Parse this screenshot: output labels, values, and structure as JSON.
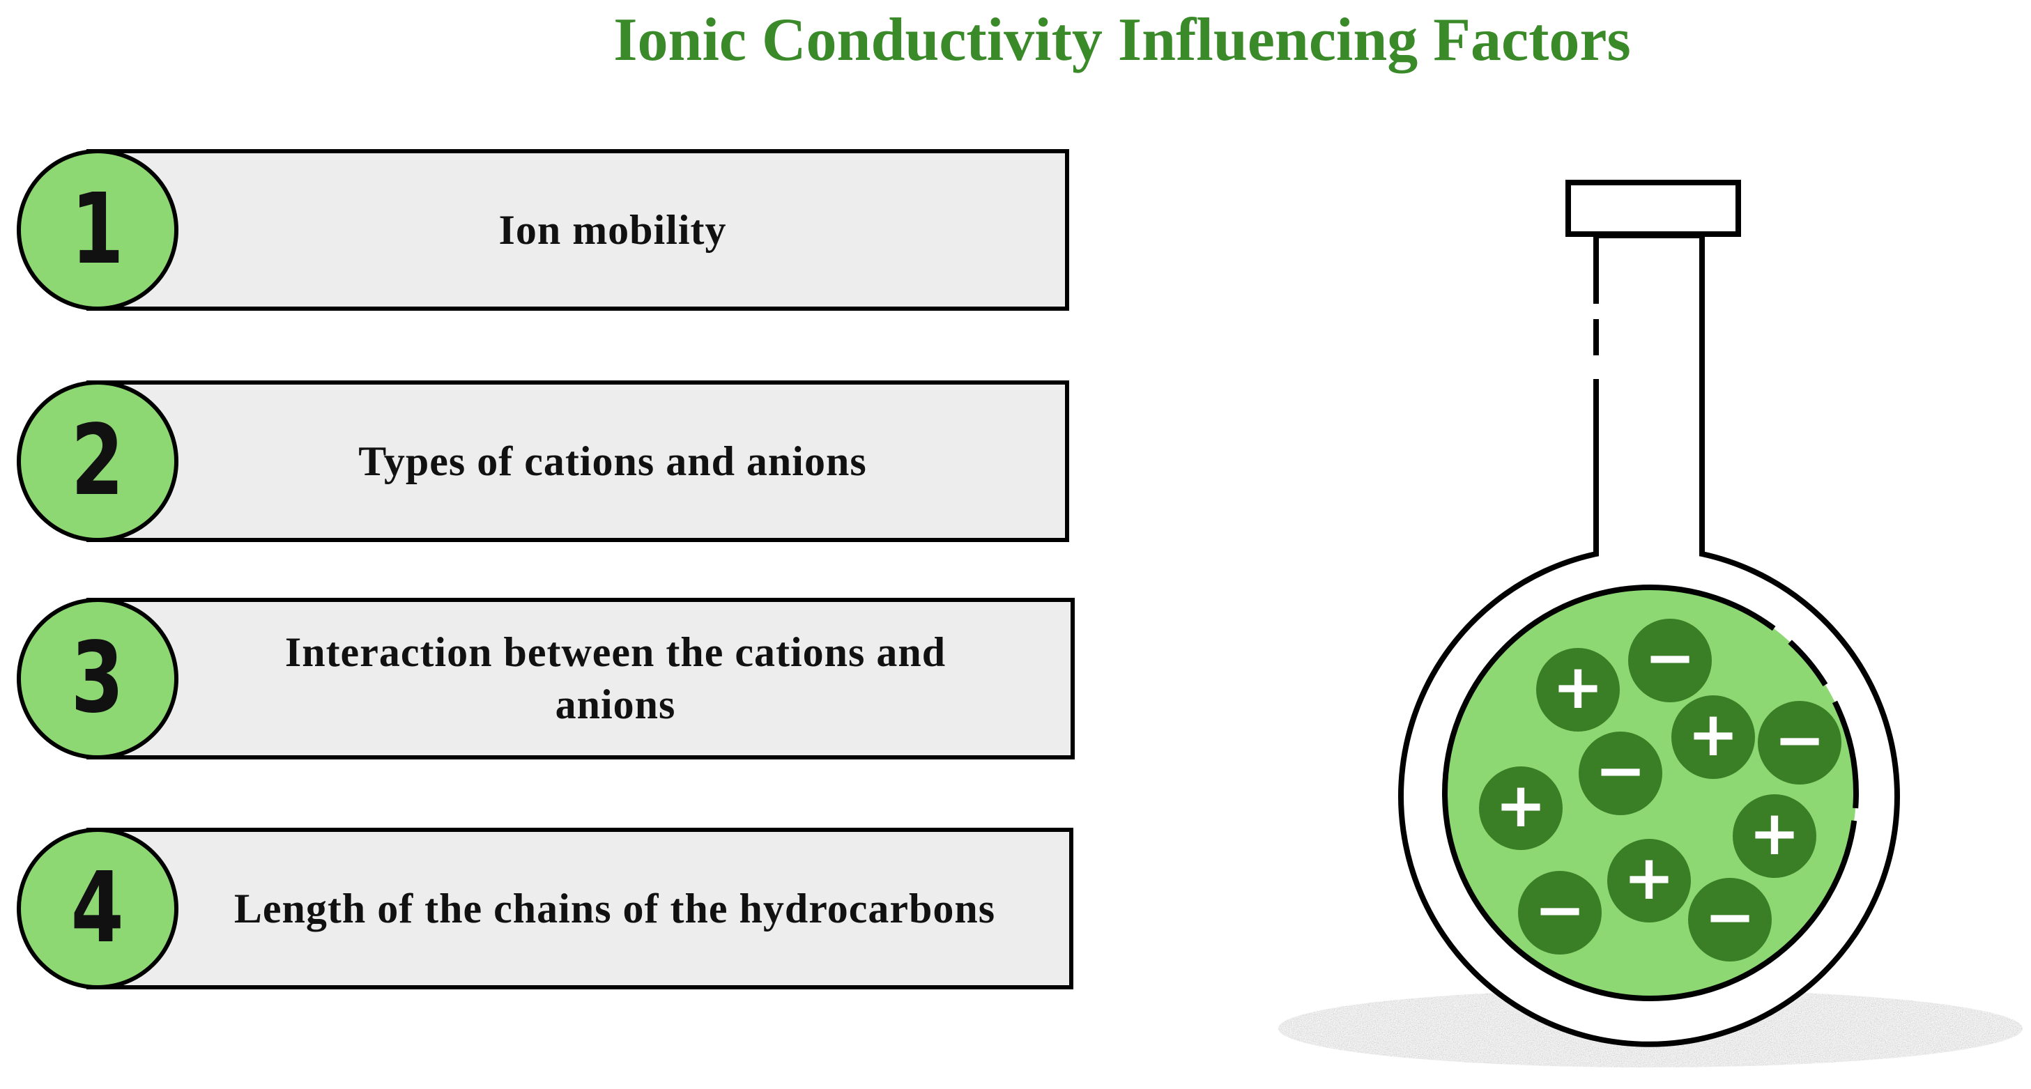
{
  "title": "Ionic Conductivity Influencing Factors",
  "factors": [
    {
      "number": "1",
      "text": "Ion mobility"
    },
    {
      "number": "2",
      "text": "Types of cations and anions"
    },
    {
      "number": "3",
      "text": "Interaction between the cations and anions"
    },
    {
      "number": "4",
      "text": "Length of the chains of the hydrocarbons"
    }
  ],
  "flask": {
    "ions": [
      {
        "sign": "+",
        "symbol": "+"
      },
      {
        "sign": "-",
        "symbol": "−"
      },
      {
        "sign": "+",
        "symbol": "+"
      },
      {
        "sign": "-",
        "symbol": "−"
      },
      {
        "sign": "-",
        "symbol": "−"
      },
      {
        "sign": "+",
        "symbol": "+"
      },
      {
        "sign": "+",
        "symbol": "+"
      },
      {
        "sign": "+",
        "symbol": "+"
      },
      {
        "sign": "-",
        "symbol": "−"
      },
      {
        "sign": "-",
        "symbol": "−"
      }
    ]
  },
  "colors": {
    "title": "#3a8a2a",
    "badge_fill": "#8dd873",
    "box_fill": "#ededed",
    "liquid": "#8dd873",
    "ion": "#3a7f25"
  }
}
